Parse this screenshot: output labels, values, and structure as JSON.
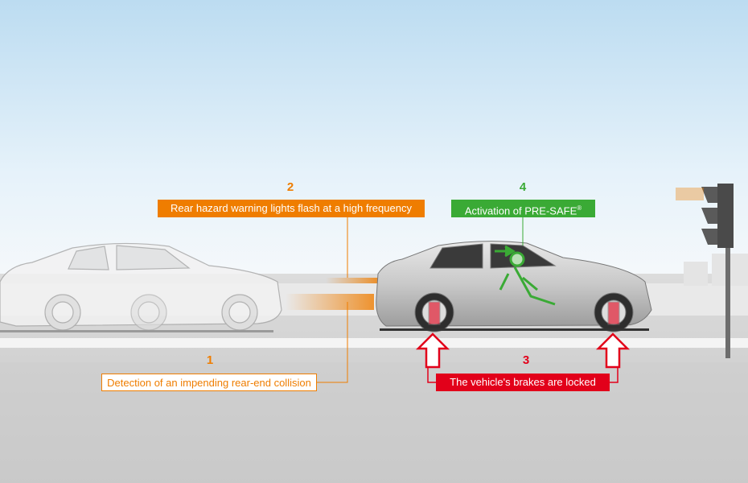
{
  "steps": [
    {
      "number": "1",
      "label": "Detection of an impending rear-end collision",
      "color": "#ef7d00"
    },
    {
      "number": "2",
      "label": "Rear hazard warning lights flash at a high frequency",
      "color": "#ef7d00"
    },
    {
      "number": "3",
      "label": "The vehicle's brakes are locked",
      "color": "#e2001a"
    },
    {
      "number": "4",
      "label": "Activation of PRE-SAFE",
      "trademark": "®",
      "color": "#3aaa35"
    }
  ]
}
